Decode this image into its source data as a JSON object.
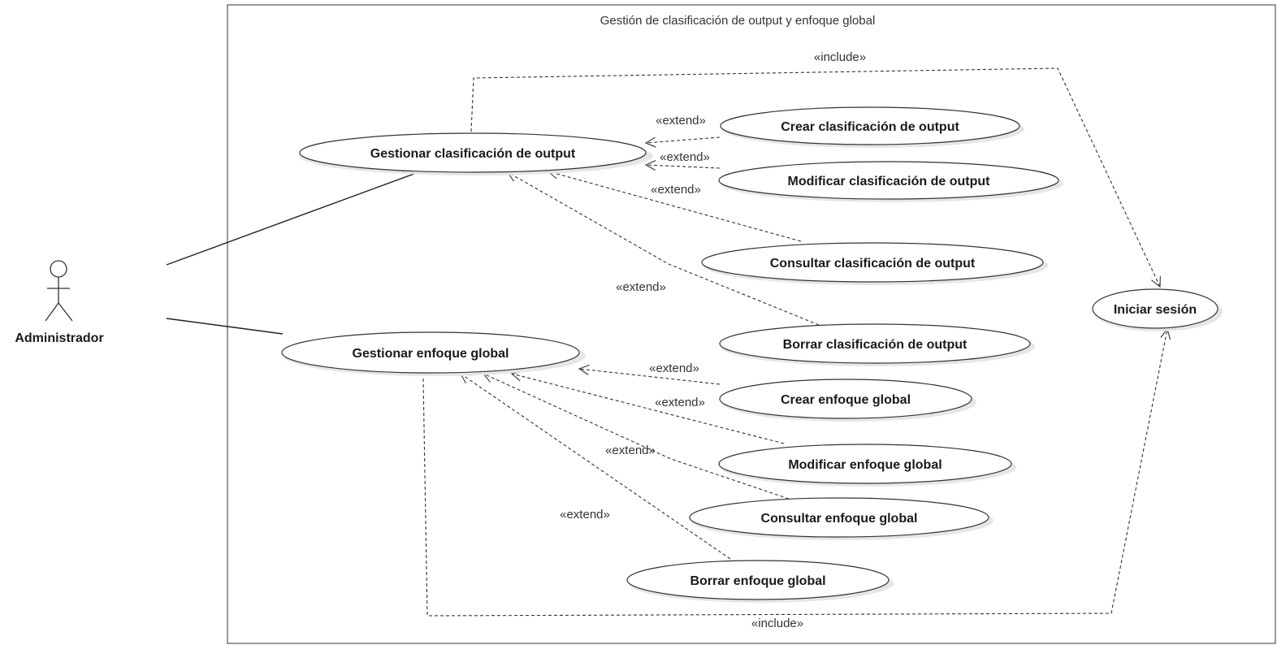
{
  "system": {
    "title": "Gestión de clasificación de output y enfoque global"
  },
  "actor": {
    "name": "Administrador"
  },
  "use_cases": {
    "gestionar_clasificacion": "Gestionar clasificación de output",
    "crear_clasificacion": "Crear clasificación de output",
    "modificar_clasificacion": "Modificar clasificación de output",
    "consultar_clasificacion": "Consultar clasificación de output",
    "borrar_clasificacion": "Borrar clasificación de output",
    "gestionar_enfoque": "Gestionar enfoque global",
    "crear_enfoque": "Crear enfoque global",
    "modificar_enfoque": "Modificar enfoque global",
    "consultar_enfoque": "Consultar enfoque global",
    "borrar_enfoque": "Borrar enfoque global",
    "iniciar_sesion": "Iniciar sesión"
  },
  "stereotypes": {
    "include": "«include»",
    "extend": "«extend»"
  }
}
